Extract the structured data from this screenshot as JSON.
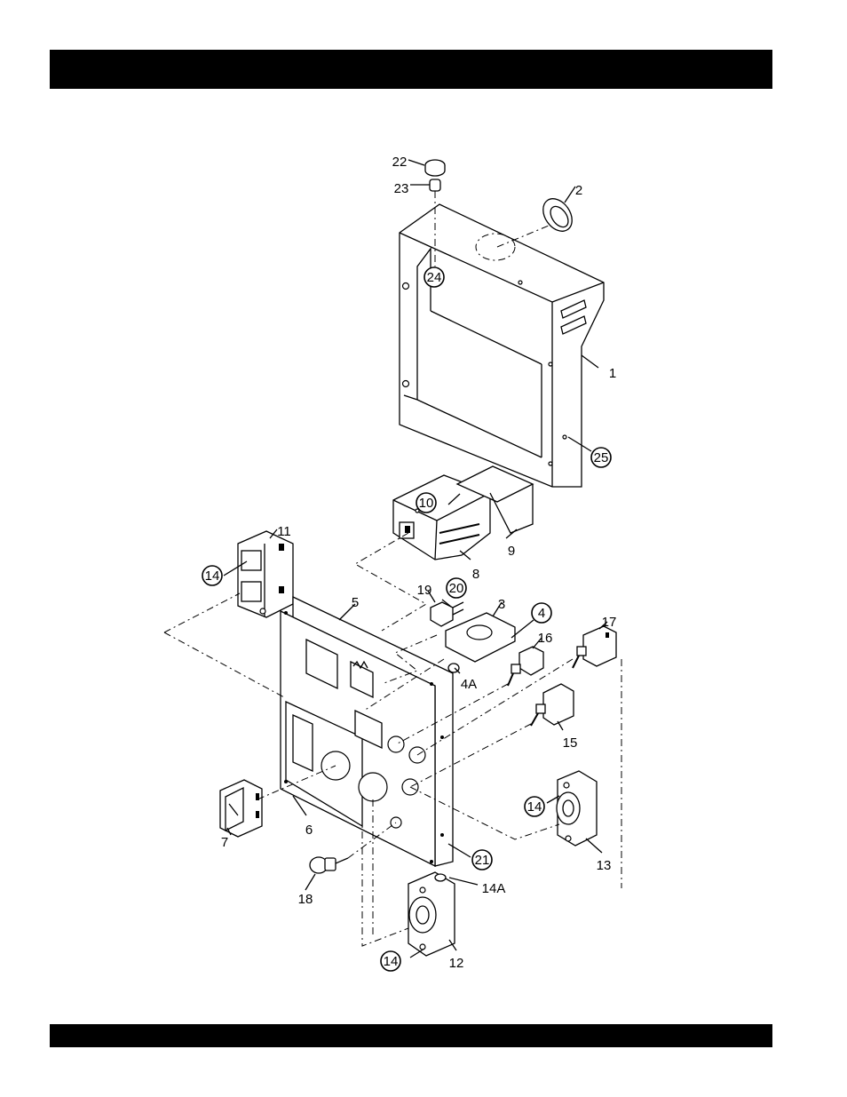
{
  "callouts": [
    {
      "id": "c1",
      "label": "1",
      "circled": false
    },
    {
      "id": "c2",
      "label": "2",
      "circled": false
    },
    {
      "id": "c3",
      "label": "3",
      "circled": false
    },
    {
      "id": "c4",
      "label": "4",
      "circled": true
    },
    {
      "id": "c4a",
      "label": "4A",
      "circled": false
    },
    {
      "id": "c5",
      "label": "5",
      "circled": false
    },
    {
      "id": "c6",
      "label": "6",
      "circled": false
    },
    {
      "id": "c7",
      "label": "7",
      "circled": false
    },
    {
      "id": "c8",
      "label": "8",
      "circled": false
    },
    {
      "id": "c9",
      "label": "9",
      "circled": false
    },
    {
      "id": "c10",
      "label": "10",
      "circled": true
    },
    {
      "id": "c11",
      "label": "11",
      "circled": false
    },
    {
      "id": "c12",
      "label": "12",
      "circled": false
    },
    {
      "id": "c13",
      "label": "13",
      "circled": false
    },
    {
      "id": "c14a",
      "label": "14",
      "circled": true
    },
    {
      "id": "c14b",
      "label": "14",
      "circled": true
    },
    {
      "id": "c14c",
      "label": "14",
      "circled": true
    },
    {
      "id": "c14A",
      "label": "14A",
      "circled": false
    },
    {
      "id": "c15",
      "label": "15",
      "circled": false
    },
    {
      "id": "c16",
      "label": "16",
      "circled": false
    },
    {
      "id": "c17",
      "label": "17",
      "circled": false
    },
    {
      "id": "c18",
      "label": "18",
      "circled": false
    },
    {
      "id": "c19",
      "label": "19",
      "circled": false
    },
    {
      "id": "c20",
      "label": "20",
      "circled": true
    },
    {
      "id": "c21",
      "label": "21",
      "circled": true
    },
    {
      "id": "c22",
      "label": "22",
      "circled": false
    },
    {
      "id": "c23",
      "label": "23",
      "circled": false
    },
    {
      "id": "c24",
      "label": "24",
      "circled": true
    },
    {
      "id": "c25",
      "label": "25",
      "circled": true
    }
  ],
  "colors": {
    "ink": "#000000",
    "paper": "#ffffff"
  }
}
